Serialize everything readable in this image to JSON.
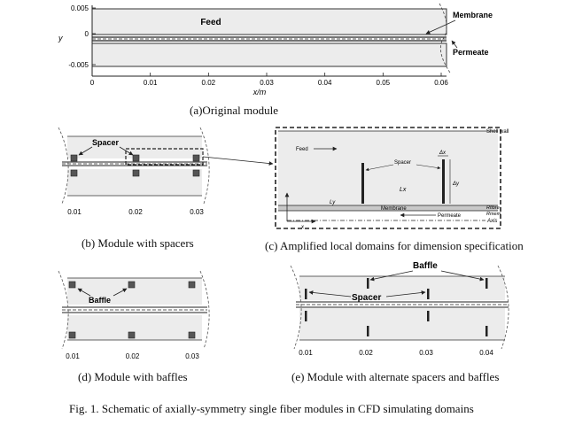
{
  "panel_a": {
    "y_ticks": [
      "0.005",
      "0",
      "-0.005"
    ],
    "y_axis_label": "y",
    "x_ticks": [
      "0",
      "0.01",
      "0.02",
      "0.03",
      "0.04",
      "0.05",
      "0.06"
    ],
    "x_axis_label": "x/m",
    "feed_label": "Feed",
    "membrane_label": "Membrane",
    "permeate_label": "Permeate",
    "caption": "(a)Original module"
  },
  "panel_b": {
    "spacer_label": "Spacer",
    "x_ticks": [
      "0.01",
      "0.02",
      "0.03"
    ],
    "caption": "(b) Module with spacers"
  },
  "panel_c": {
    "shell_wall": "Shell wall",
    "feed": "Feed",
    "spacer": "Spacer",
    "lx": "Lx",
    "ly": "Ly",
    "delta_x": "Δx",
    "delta_y": "Δy",
    "membrane": "Membrane",
    "permeate": "Permeate",
    "r_fibre": "Rfibre",
    "r_mem": "Rmem",
    "axis_label": "Axis",
    "x_label": "x",
    "caption": "(c) Amplified local domains for dimension specification"
  },
  "panel_d": {
    "baffle_label": "Baffle",
    "x_ticks": [
      "0.01",
      "0.02",
      "0.03"
    ],
    "caption": "(d) Module with baffles"
  },
  "panel_e": {
    "baffle_label": "Baffle",
    "spacer_label": "Spacer",
    "x_ticks": [
      "0.01",
      "0.02",
      "0.03",
      "0.04"
    ],
    "caption": "(e) Module with alternate spacers and baffles"
  },
  "figure_caption": "Fig. 1. Schematic of axially-symmetry single fiber modules in CFD simulating domains"
}
